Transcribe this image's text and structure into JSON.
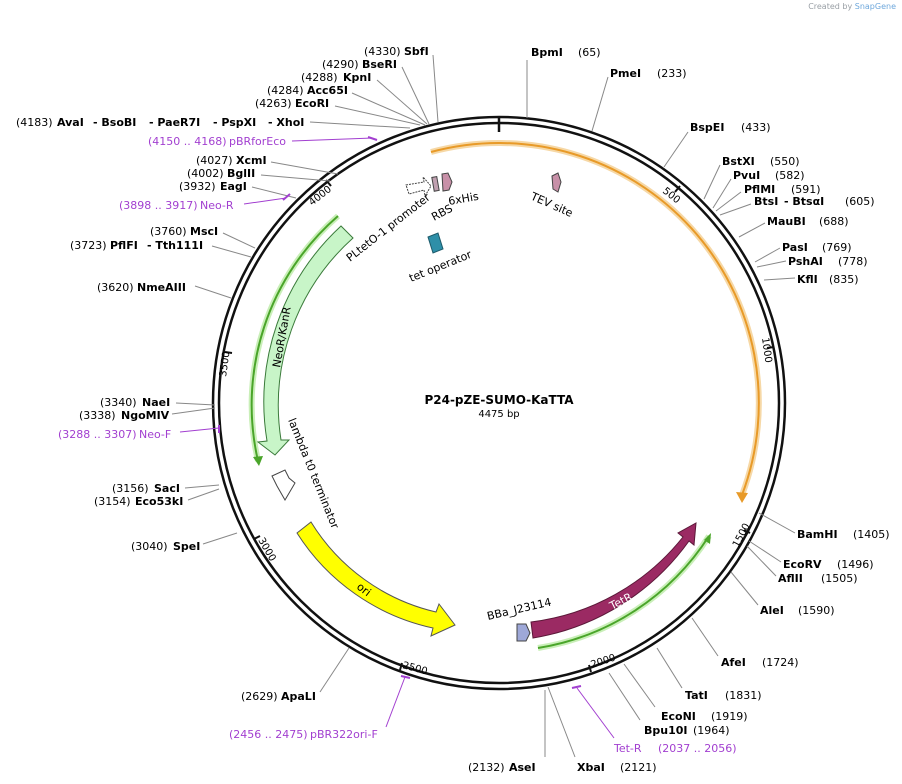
{
  "credit": {
    "prefix": "Created by",
    "brand": "SnapGene"
  },
  "plasmid": {
    "name": "P24-pZE-SUMO-KaTTA",
    "length_label": "4475 bp",
    "length": 4475
  },
  "ticks": [
    "500",
    "1000",
    "1500",
    "2000",
    "2500",
    "3000",
    "3500",
    "4000"
  ],
  "sites_right": [
    {
      "name": "BpmI",
      "pos": "(65)"
    },
    {
      "name": "PmeI",
      "pos": "(233)"
    },
    {
      "name": "BspEI",
      "pos": "(433)"
    },
    {
      "name": "BstXI",
      "pos": "(550)"
    },
    {
      "name": "PvuI",
      "pos": "(582)"
    },
    {
      "name": "PflMI",
      "pos": "(591)"
    },
    {
      "name": "BtsI",
      "name2": "BtsαI",
      "pos": "(605)"
    },
    {
      "name": "MauBI",
      "pos": "(688)"
    },
    {
      "name": "PasI",
      "pos": "(769)"
    },
    {
      "name": "PshAI",
      "pos": "(778)"
    },
    {
      "name": "KflI",
      "pos": "(835)"
    },
    {
      "name": "BamHI",
      "pos": "(1405)"
    },
    {
      "name": "EcoRV",
      "pos": "(1496)"
    },
    {
      "name": "AflII",
      "pos": "(1505)"
    },
    {
      "name": "AleI",
      "pos": "(1590)"
    },
    {
      "name": "AfeI",
      "pos": "(1724)"
    },
    {
      "name": "TatI",
      "pos": "(1831)"
    },
    {
      "name": "EcoNI",
      "pos": "(1919)"
    },
    {
      "name": "Bpu10I",
      "pos": "(1964)"
    },
    {
      "name": "XbaI",
      "pos": "(2121)"
    }
  ],
  "sites_left": [
    {
      "name": "SbfI",
      "pos": "(4330)"
    },
    {
      "name": "BseRI",
      "pos": "(4290)"
    },
    {
      "name": "KpnI",
      "pos": "(4288)"
    },
    {
      "name": "Acc65I",
      "pos": "(4284)"
    },
    {
      "name": "EcoRI",
      "pos": "(4263)"
    },
    {
      "name": "AvaI",
      "names": [
        "AvaI",
        "- BsoBI",
        "- PaeR7I",
        "- PspXI",
        "- XhoI"
      ],
      "pos": "(4183)"
    },
    {
      "name": "XcmI",
      "pos": "(4027)"
    },
    {
      "name": "BglII",
      "pos": "(4002)"
    },
    {
      "name": "EagI",
      "pos": "(3932)"
    },
    {
      "name": "MscI",
      "pos": "(3760)"
    },
    {
      "name": "PflFI",
      "name2": "Tth111I",
      "pos": "(3723)"
    },
    {
      "name": "NmeAIII",
      "pos": "(3620)"
    },
    {
      "name": "NaeI",
      "pos": "(3340)"
    },
    {
      "name": "NgoMIV",
      "pos": "(3338)"
    },
    {
      "name": "SacI",
      "pos": "(3156)"
    },
    {
      "name": "Eco53kI",
      "pos": "(3154)"
    },
    {
      "name": "SpeI",
      "pos": "(3040)"
    },
    {
      "name": "ApaLI",
      "pos": "(2629)"
    },
    {
      "name": "AseI",
      "pos": "(2132)"
    }
  ],
  "primers": [
    {
      "range": "(4150 .. 4168)",
      "name": "pBRforEco"
    },
    {
      "range": "(3898 .. 3917)",
      "name": "Neo-R"
    },
    {
      "range": "(3288 .. 3307)",
      "name": "Neo-F"
    },
    {
      "range": "(2456 .. 2475)",
      "name": "pBR322ori-F"
    },
    {
      "range": "(2037 .. 2056)",
      "name": "Tet-R"
    }
  ],
  "features": {
    "promoter": "PLtetO-1 promoter",
    "rbs": "RBS",
    "his": "6xHis",
    "operator": "tet operator",
    "tev": "TEV site",
    "neo": "NeoR/KanR",
    "terminator": "lambda t0 terminator",
    "ori": "ori",
    "bba": "BBa_J23114",
    "tetr": "TetR"
  },
  "colors": {
    "backbone": "#111111",
    "orange_orf": "#f0a53a",
    "green_orf": "#5fbf3a",
    "neo": "#c8f5c8",
    "ori": "#ffff00",
    "tetr": "#9b2a63",
    "primer": "#a23fd0",
    "bba": "#9ea8d8",
    "operator": "#2e8fa8",
    "rbs": "#c48b9e",
    "his": "#b8a0c8",
    "tev": "#c890a8"
  }
}
